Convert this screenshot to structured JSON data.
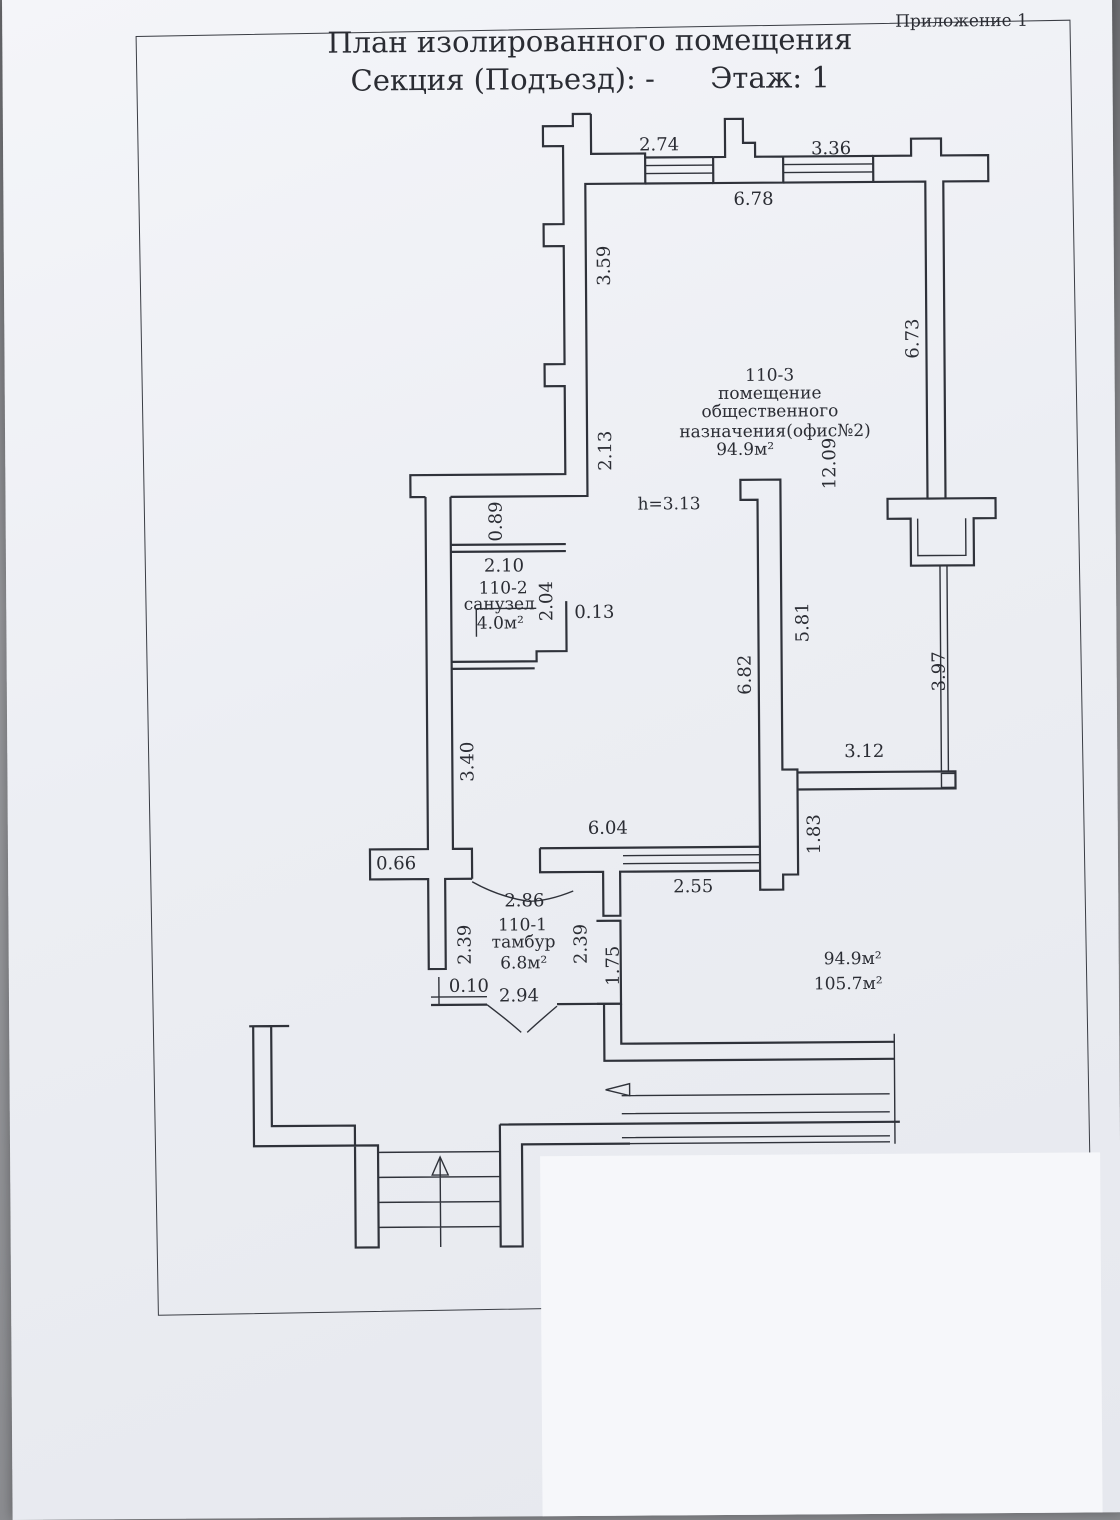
{
  "header": {
    "appendix": "Приложение 1",
    "title_line1": "План изолированного помещения",
    "title_line2": "Секция (Подъезд): -      Этаж: 1"
  },
  "rooms": [
    {
      "id": "110-3",
      "lines": [
        "110-3",
        "помещение",
        "общественного",
        "назначения(офис№2)",
        "94.9м²"
      ]
    },
    {
      "id": "110-2",
      "lines": [
        "110-2",
        "санузел",
        "4.0м²"
      ]
    },
    {
      "id": "110-1",
      "lines": [
        "110-1",
        "тамбур",
        "6.8м²"
      ]
    }
  ],
  "height_label": "h=3.13",
  "dimensions": {
    "d274": "2.74",
    "d336": "3.36",
    "d678": "6.78",
    "d359": "3.59",
    "d673": "6.73",
    "d213": "2.13",
    "d1209": "12.09",
    "d089": "0.89",
    "d210": "2.10",
    "d204": "2.04",
    "d013": "0.13",
    "d682": "6.82",
    "d581": "5.81",
    "d397": "3.97",
    "d340": "3.40",
    "d312": "3.12",
    "d604": "6.04",
    "d183": "1.83",
    "d066": "0.66",
    "d255": "2.55",
    "d286": "2.86",
    "d239a": "2.39",
    "d239b": "2.39",
    "d175": "1.75",
    "d010": "0.10",
    "d294": "2.94"
  },
  "totals": {
    "area_main": "94.9м²",
    "area_total": "105.7м²"
  }
}
